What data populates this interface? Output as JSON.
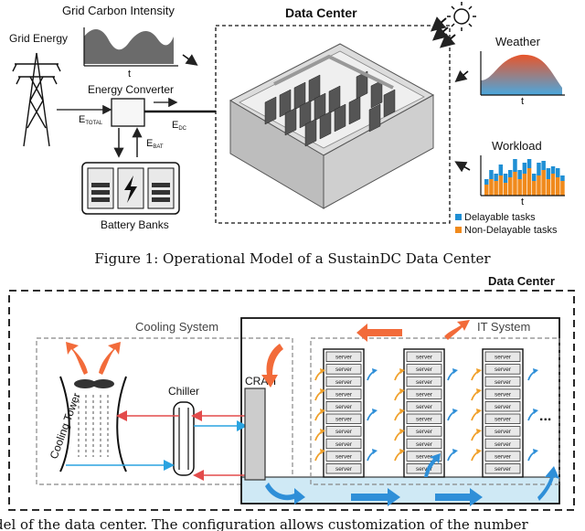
{
  "top": {
    "grid_energy": "Grid Energy",
    "grid_carbon_intensity": "Grid Carbon Intensity",
    "t_axis": "t",
    "energy_converter": "Energy Converter",
    "e_total": "E",
    "e_total_sub": "TOTAL",
    "e_dc": "E",
    "e_dc_sub": "DC",
    "e_bat": "E",
    "e_bat_sub": "BAT",
    "battery_banks": "Battery Banks",
    "data_center_title": "Data Center",
    "weather": "Weather",
    "workload": "Workload",
    "legend": [
      {
        "label": "Delayable tasks",
        "color": "#1f8fd4"
      },
      {
        "label": "Non-Delayable tasks",
        "color": "#f08a1c"
      }
    ]
  },
  "caption": "Figure 1: Operational Model of a SustainDC Data Center",
  "bottom": {
    "data_center_title": "Data Center",
    "cooling_system": "Cooling System",
    "it_system": "IT System",
    "crah": "CRAH",
    "chiller": "Chiller",
    "cooling_tower": "Cooling Tower",
    "server_label": "server",
    "ellipsis": "..."
  },
  "footer_fragment": "del of the data center. The configuration allows customization of the number",
  "colors": {
    "hot": "#f26b3a",
    "cold": "#2f8fd8",
    "water": "#cfe9f5",
    "server_fill": "#e8e8e8"
  }
}
